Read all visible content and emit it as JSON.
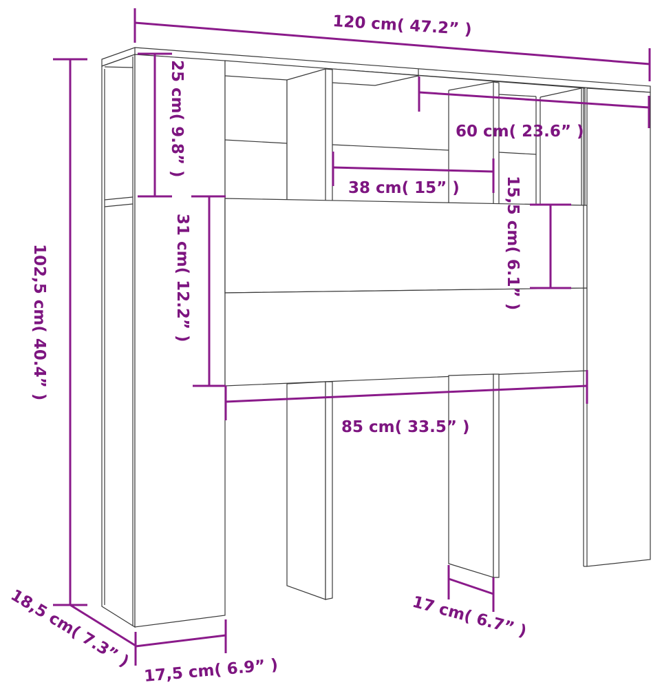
{
  "diagram": {
    "subject": "headboard cabinet",
    "line_color": "#3a3a3a",
    "dimension_color": "#8a1a8a",
    "label_color": "#7d1580",
    "dimensions": {
      "total_width": "120 cm( 47.2”  )",
      "half_width": "60 cm( 23.6”  )",
      "niche_width": "38 cm( 15”  )",
      "small_shelf_height": "15,5 cm( 6.1”  )",
      "top_compartment_height": "25 cm( 9.8”  )",
      "center_panel_height": "31 cm( 12.2”  )",
      "total_height": "102,5 cm( 40.4”  )",
      "inner_width": "85 cm( 33.5”  )",
      "depth": "18,5 cm( 7.3”  )",
      "side_column_width": "17,5 cm( 6.9”  )",
      "leg_depth": "17 cm( 6.7”  )"
    }
  }
}
